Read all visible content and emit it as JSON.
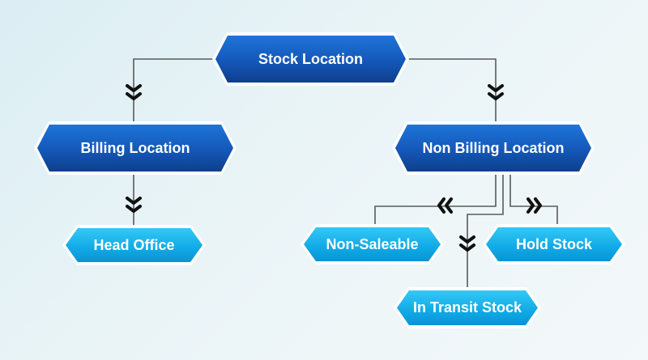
{
  "nodes": {
    "stock_location": "Stock Location",
    "billing_location": "Billing Location",
    "non_billing_location": "Non Billing Location",
    "head_office": "Head Office",
    "non_saleable": "Non-Saleable",
    "hold_stock": "Hold Stock",
    "in_transit_stock": "In Transit Stock"
  },
  "colors": {
    "primary_node": "#1457b8",
    "secondary_node": "#10a9e6",
    "connector": "#5a5a5a",
    "arrow": "#111111",
    "background": "#e4f1f5"
  },
  "icons": [
    "chevron-down-icon",
    "chevron-left-icon",
    "chevron-right-icon"
  ]
}
